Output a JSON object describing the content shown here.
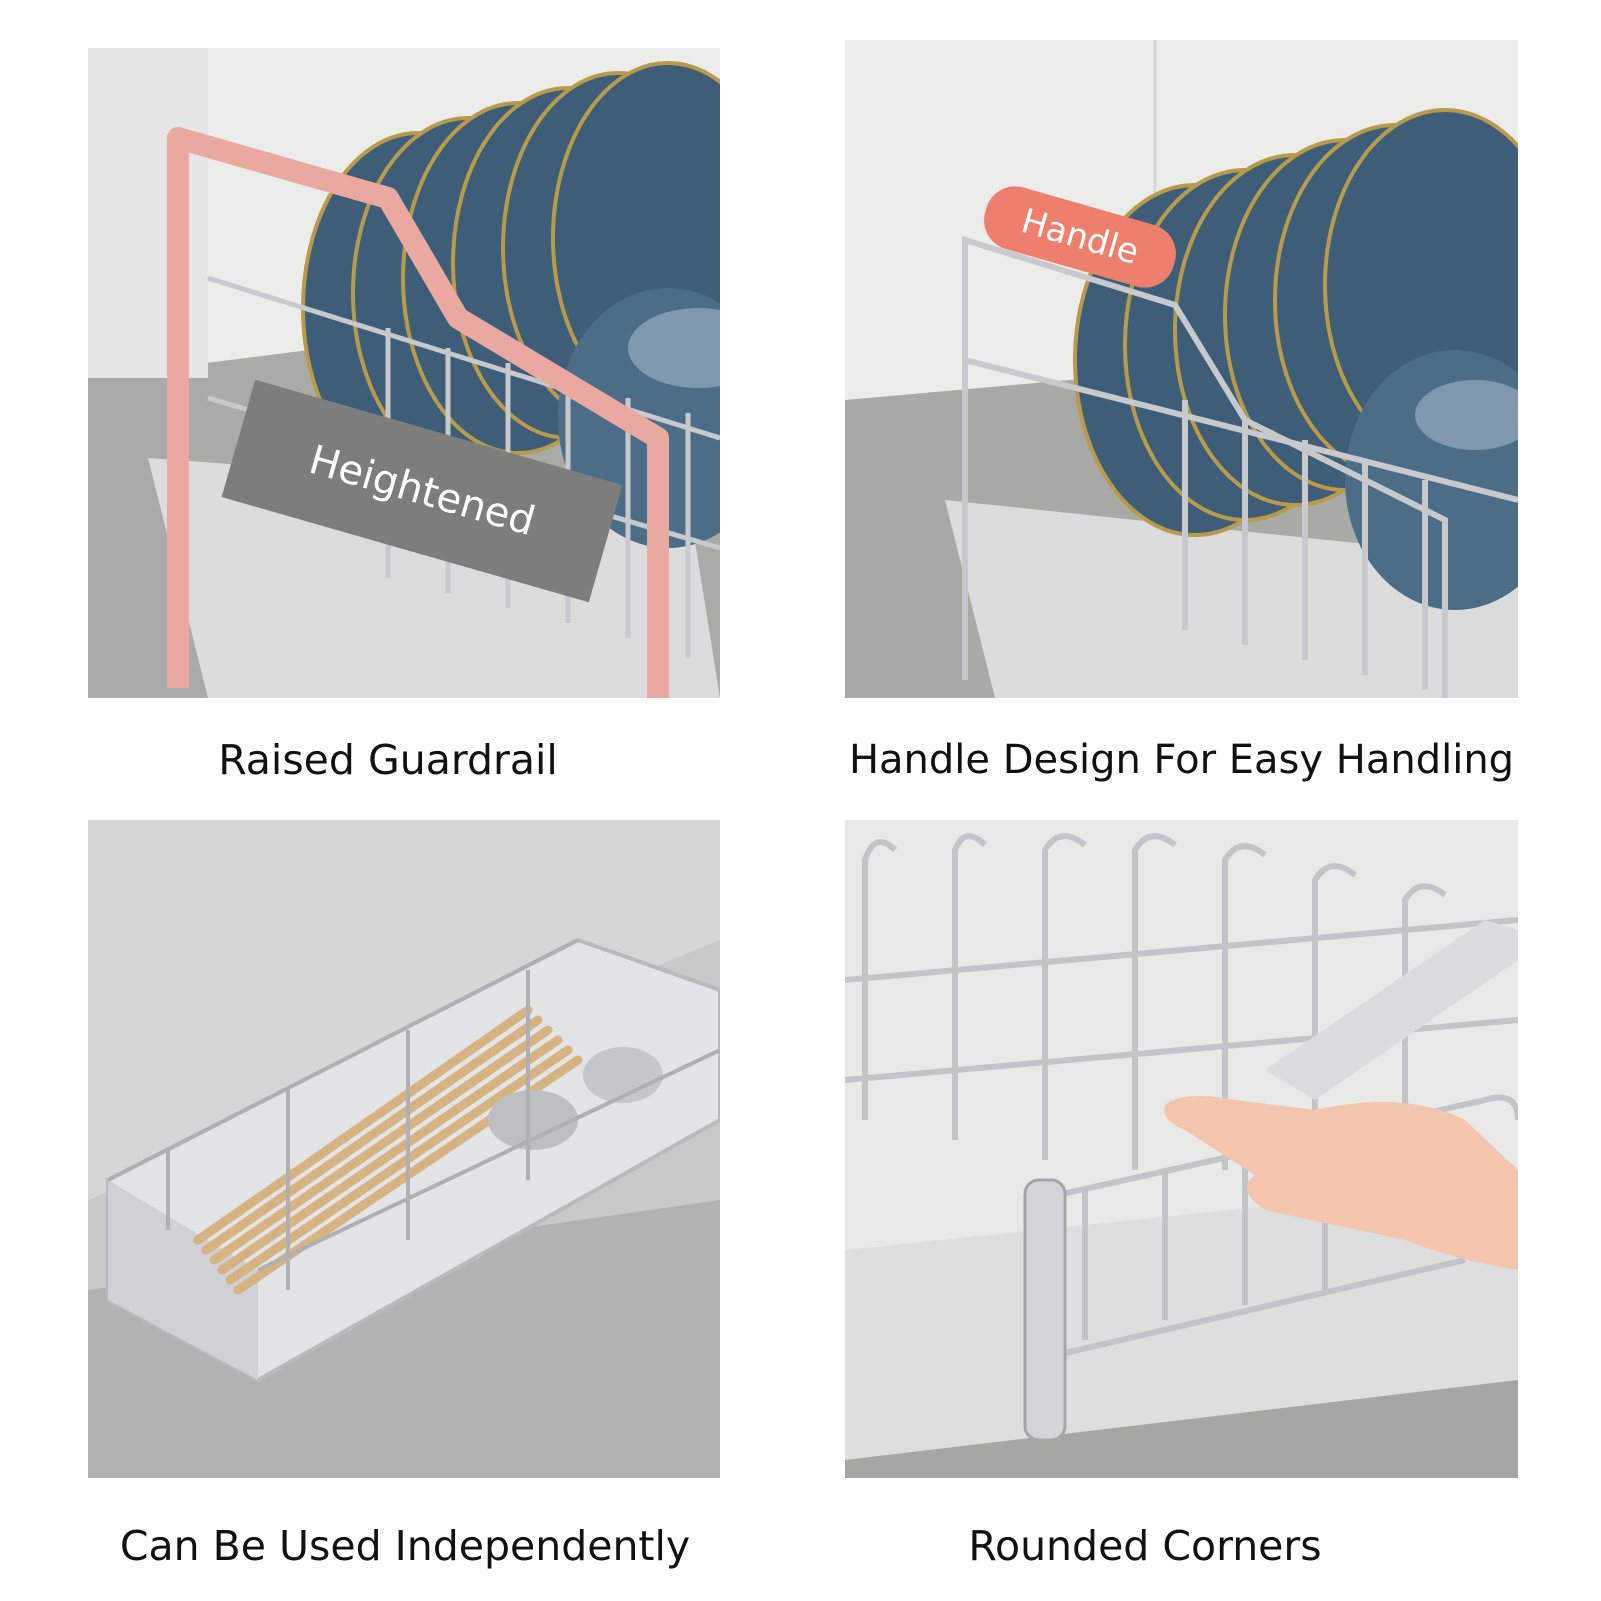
{
  "panels": [
    {
      "caption": "Raised Guardrail",
      "tag": "Heightened"
    },
    {
      "caption": "Handle Design For Easy Handling",
      "tag": "Handle"
    },
    {
      "caption": "Can Be Used Independently"
    },
    {
      "caption": "Rounded Corners"
    }
  ],
  "colors": {
    "guardrail": "#e9a8a0",
    "handle_tag": "#ee7f6f",
    "heightened_tag": "#7d7d7d",
    "plate": "#3d5d78",
    "steel": "#c7c9cc",
    "counter": "#a9a9a6",
    "wall": "#ededeb"
  }
}
